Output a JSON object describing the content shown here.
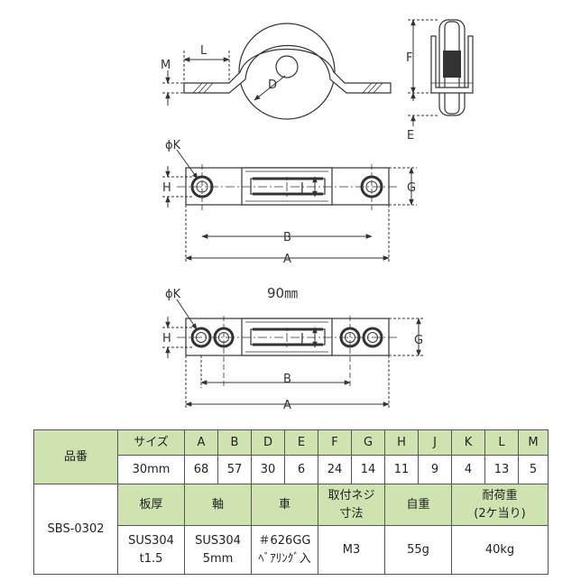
{
  "drawing": {
    "label_M": "M",
    "label_L": "L",
    "label_D": "D",
    "label_F": "F",
    "label_E": "E",
    "label_phiK": "ϕK",
    "label_H": "H",
    "label_J": "J",
    "label_G": "G",
    "label_B": "B",
    "label_A": "A",
    "variant_title": "90㎜"
  },
  "table": {
    "product_no_label": "品番",
    "product_no": "SBS-0302",
    "size_label": "サイズ",
    "dimension_headers": [
      "A",
      "B",
      "D",
      "E",
      "F",
      "G",
      "H",
      "J",
      "K",
      "L",
      "M"
    ],
    "size_value": "30mm",
    "dimension_values": [
      "68",
      "57",
      "30",
      "6",
      "24",
      "14",
      "11",
      "9",
      "4",
      "13",
      "5"
    ],
    "spec_headers": {
      "plate_thickness": "板厚",
      "axle": "軸",
      "wheel": "車",
      "mount_screw_1": "取付ネジ",
      "mount_screw_2": "寸法",
      "weight": "自重",
      "load_1": "耐荷重",
      "load_2": "(2ケ当り)"
    },
    "spec_values": {
      "plate_thickness_1": "SUS304",
      "plate_thickness_2": "t1.5",
      "axle_1": "SUS304",
      "axle_2": "5mm",
      "wheel_1": "＃626GG",
      "wheel_2": "ﾍﾞｱﾘﾝｸﾞ入",
      "mount_screw": "M3",
      "weight": "55g",
      "load": "40kg"
    }
  }
}
